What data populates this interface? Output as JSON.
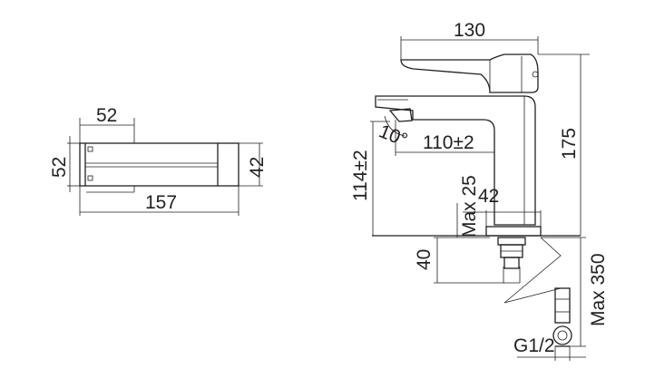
{
  "top_view": {
    "depth_label": "52",
    "width_label": "52",
    "length_label": "157",
    "height_label": "42"
  },
  "side_view": {
    "handle_width_label": "130",
    "height_label": "175",
    "spout_height_label": "114±2",
    "spout_reach_label": "110±2",
    "spout_angle_label": "10°",
    "deck_max_label": "Max 25",
    "base_diameter_label": "42",
    "shank_label": "40",
    "hose_max_label": "Max 350",
    "thread_label": "G1/2"
  }
}
